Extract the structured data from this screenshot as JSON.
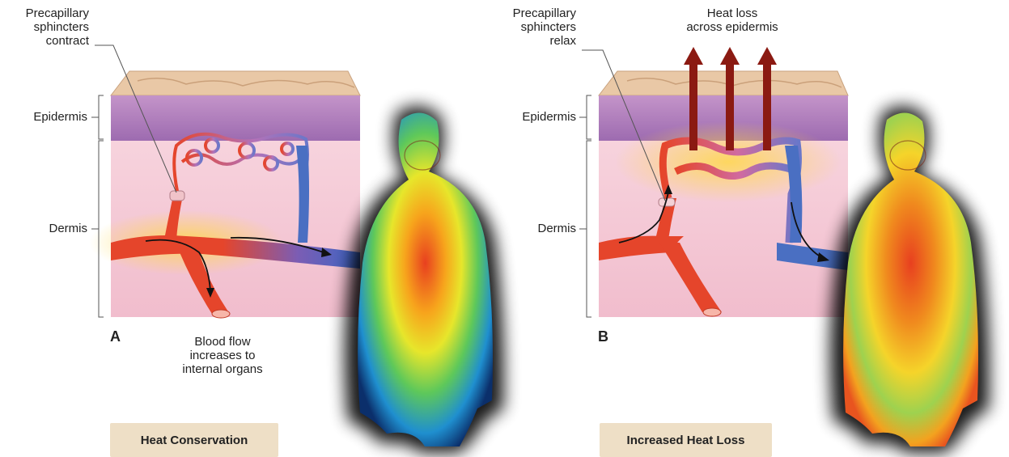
{
  "panel_a": {
    "letter": "A",
    "sphincter_label": [
      "Precapillary",
      "sphincters",
      "contract"
    ],
    "epidermis_label": "Epidermis",
    "dermis_label": "Dermis",
    "flow_label": [
      "Blood flow",
      "increases to",
      "internal organs"
    ],
    "caption": "Heat Conservation"
  },
  "panel_b": {
    "letter": "B",
    "sphincter_label": [
      "Precapillary",
      "sphincters",
      "relax"
    ],
    "heat_loss_label": [
      "Heat loss",
      "across epidermis"
    ],
    "epidermis_label": "Epidermis",
    "dermis_label": "Dermis",
    "caption": "Increased Heat Loss"
  },
  "colors": {
    "artery": "#e5452b",
    "vein": "#4a6fc2",
    "epidermis": "#a878b6",
    "dermis": "#f4c9d6",
    "surface": "#e9c8a6",
    "caption_bg": "#eedfc6",
    "heat_arrow": "#8b1a12"
  }
}
